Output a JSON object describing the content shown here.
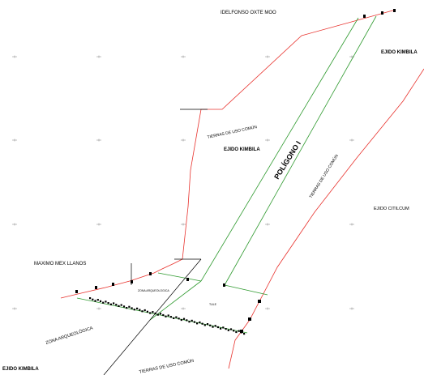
{
  "labels": {
    "ildefonso": "IDELFONSO OXTE MOO",
    "ejido_kimbila_ne": "EJIDO KIMBILA",
    "tierras_uso_comun_center": "TIERRAS DE USO COMÚN",
    "ejido_kimbila_center": "EJIDO KIMBILA",
    "poligono": "POLÍGONO I",
    "tierras_uso_comun_diag": "TIERRAS DE USO COMÚN",
    "ejido_citilcum": "EJIDO CITILCUM",
    "maximo": "MAXIMO MEX LLANOS",
    "zona_arq_small": "ZONA ARQUEOLOGICA",
    "small_center": "TULE",
    "zona_arqueologica": "ZONA ARQUEOLÓGICA",
    "ejido_kimbila_sw": "EJIDO KIMBILA",
    "tierras_uso_comun_bottom": "TIERRAS DE USO COMÚN"
  },
  "colors": {
    "boundary": "#e8322d",
    "polygon": "#2f9a2f",
    "line": "#000000",
    "grid": "#808080"
  }
}
